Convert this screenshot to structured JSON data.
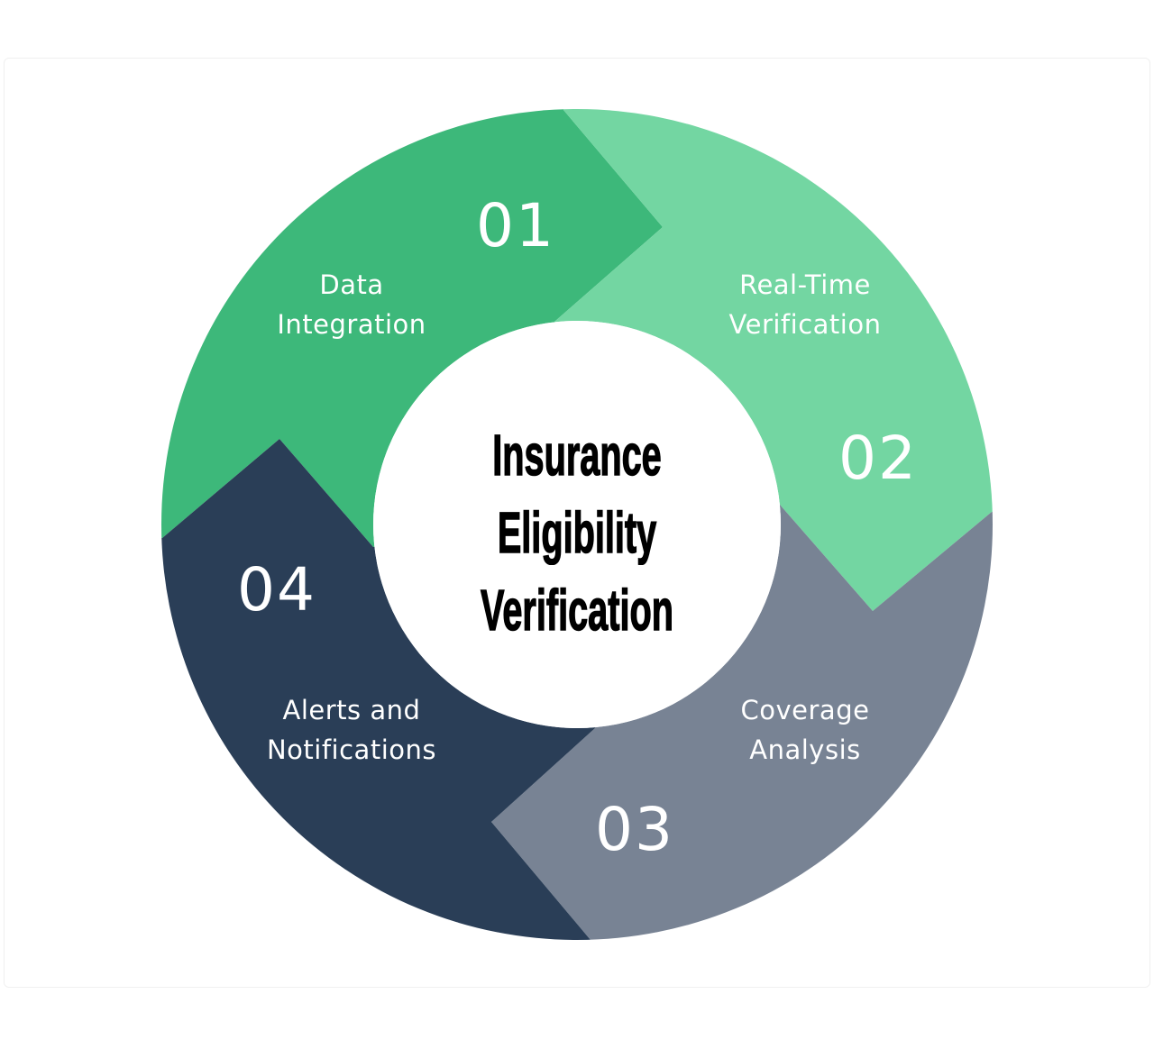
{
  "title": [
    "Insurance",
    "Eligibility",
    "Verification"
  ],
  "steps": [
    {
      "number": "01",
      "label": "Data\nIntegration",
      "color": "#3db87a"
    },
    {
      "number": "02",
      "label": "Real-Time\nVerification",
      "color": "#73d6a2"
    },
    {
      "number": "03",
      "label": "Coverage\nAnalysis",
      "color": "#788394"
    },
    {
      "number": "04",
      "label": "Alerts and\nNotifications",
      "color": "#2a3e57"
    }
  ]
}
